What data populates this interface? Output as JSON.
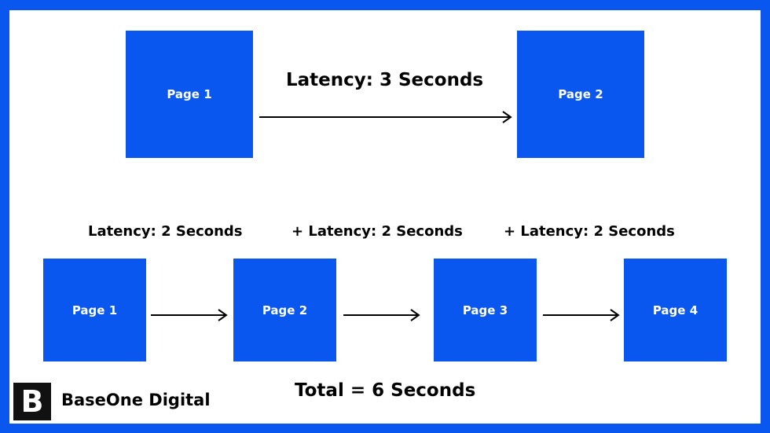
{
  "colors": {
    "accent": "#0a57f0",
    "background": "#ffffff",
    "text": "#000000"
  },
  "top_row": {
    "pages": [
      "Page 1",
      "Page 2"
    ],
    "latency_label": "Latency: 3 Seconds"
  },
  "bottom_row": {
    "pages": [
      "Page 1",
      "Page 2",
      "Page 3",
      "Page 4"
    ],
    "latency_labels": [
      "Latency: 2 Seconds",
      "+ Latency: 2 Seconds",
      "+ Latency: 2 Seconds"
    ]
  },
  "total_label": "Total = 6 Seconds",
  "brand": {
    "logo_letter": "B",
    "name": "BaseOne Digital"
  }
}
